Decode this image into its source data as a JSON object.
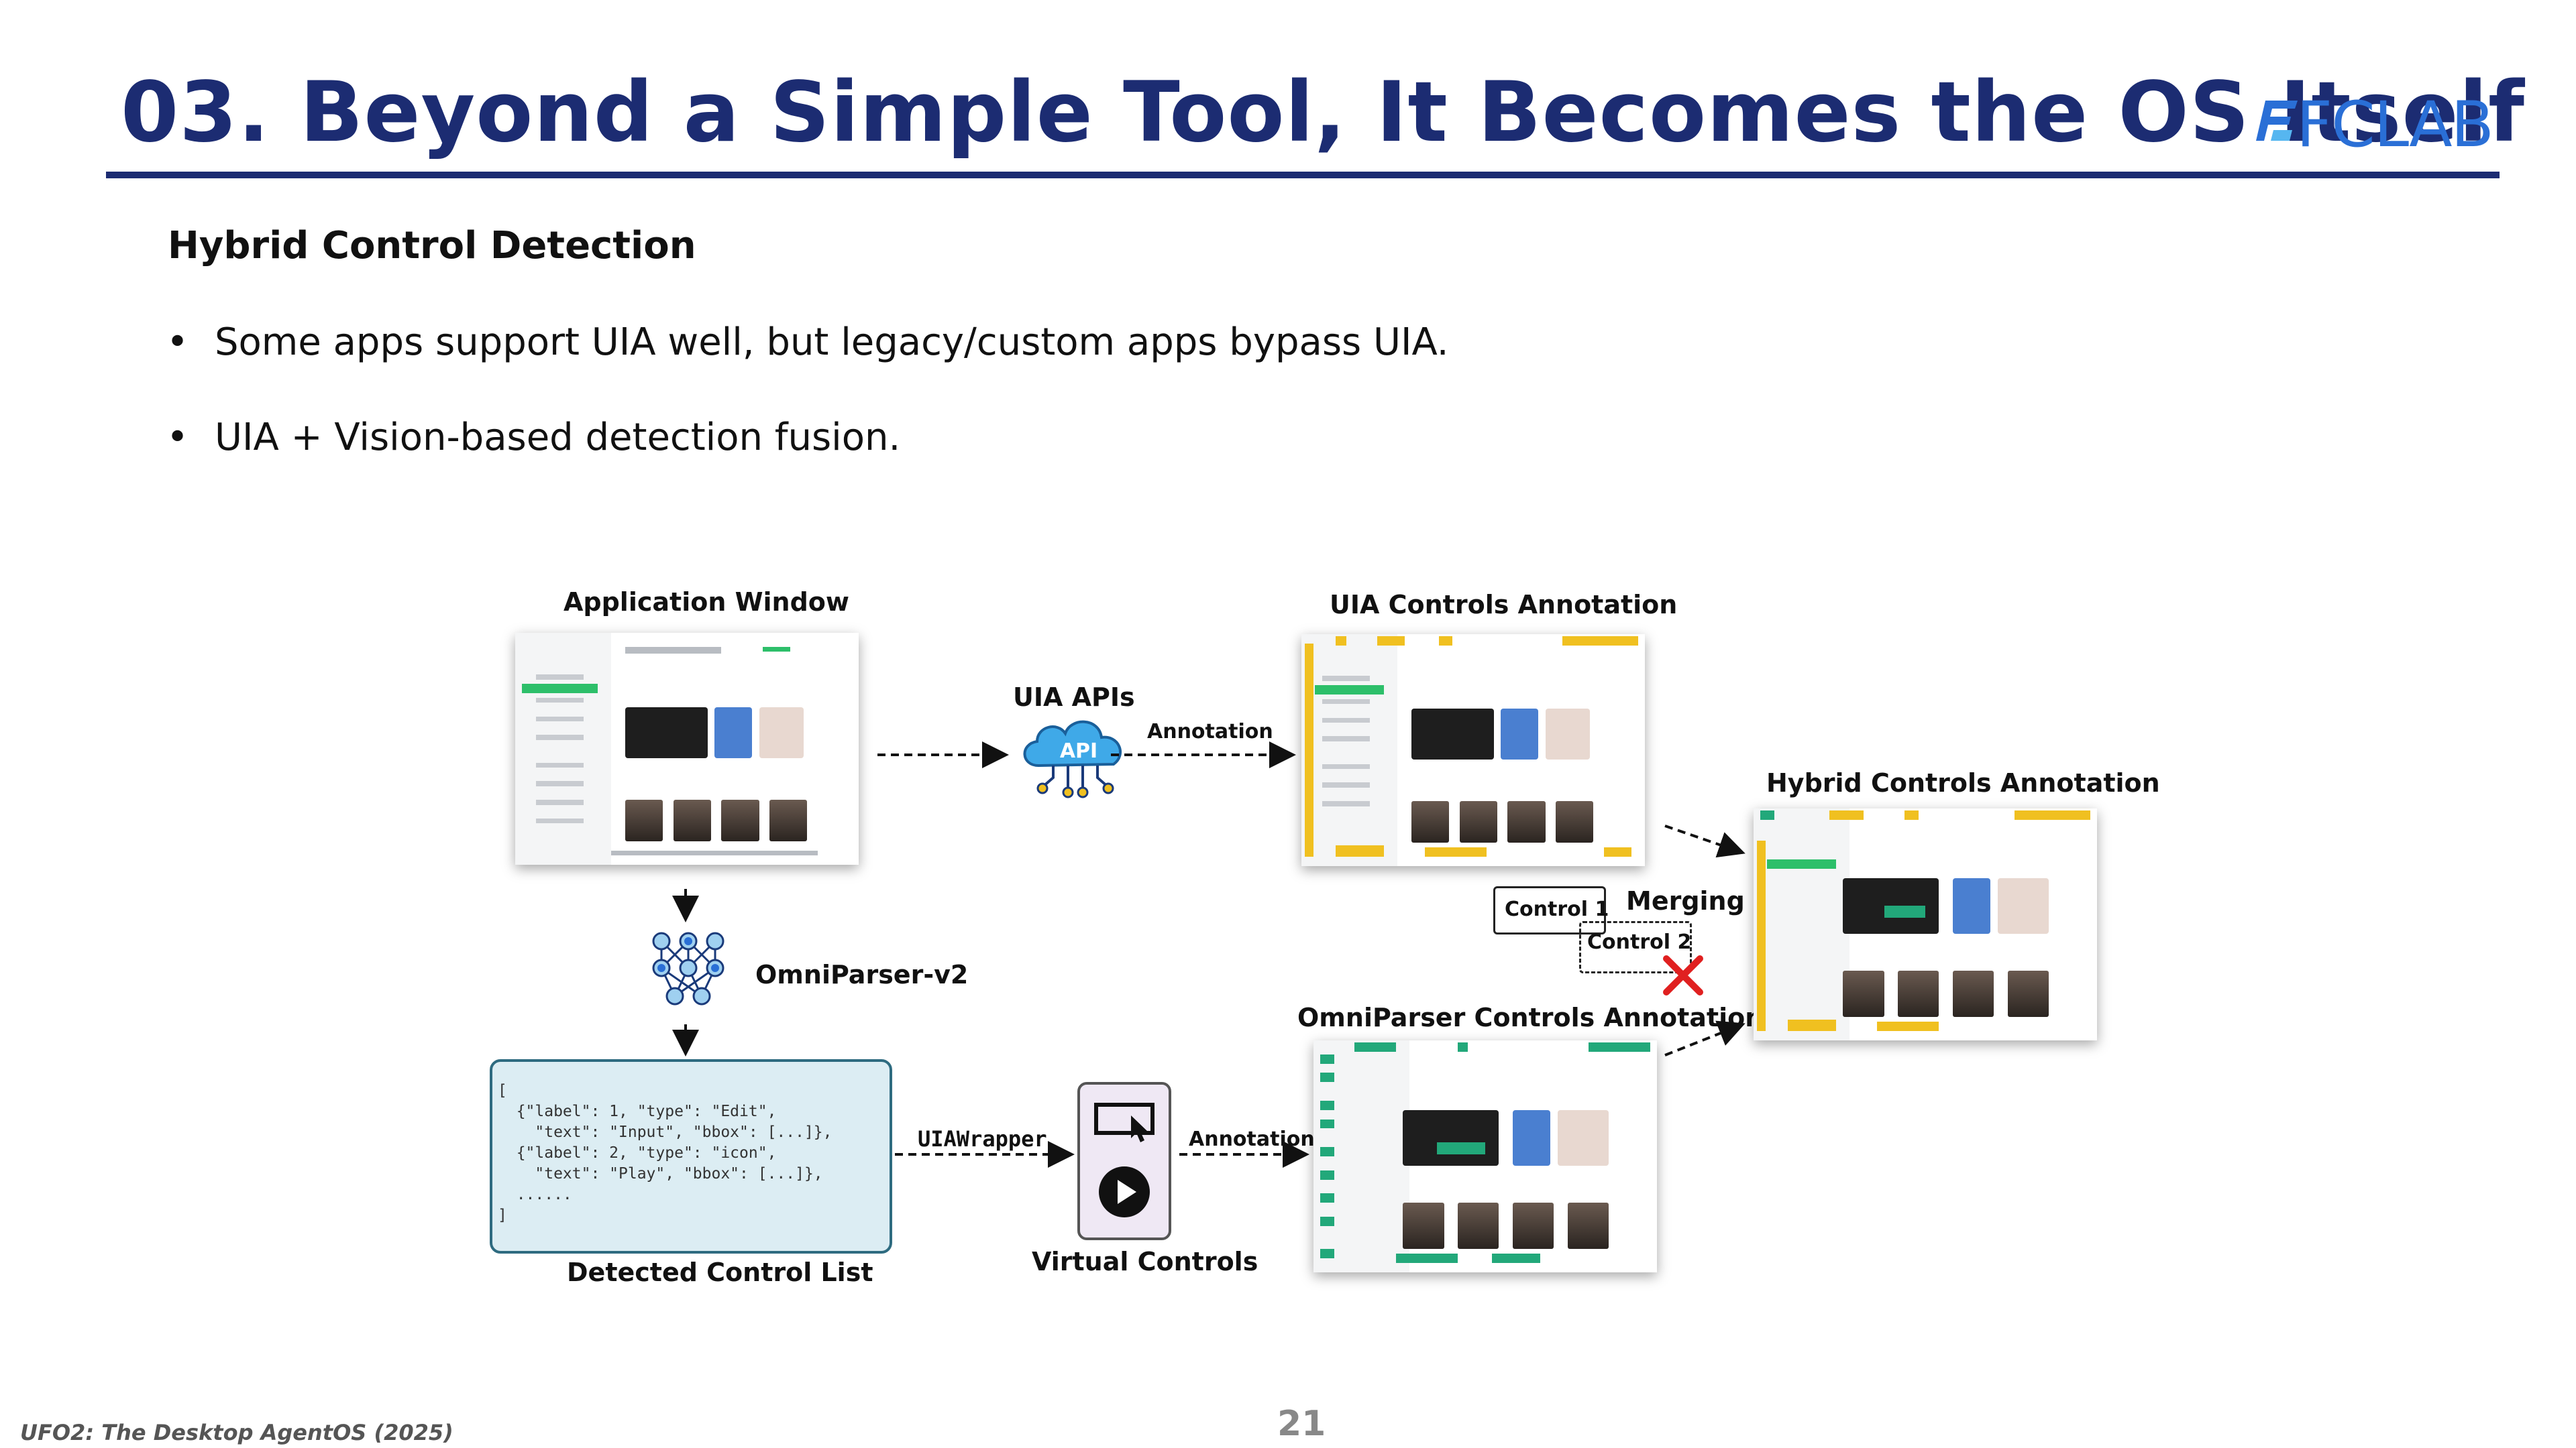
{
  "slide": {
    "title": "03. Beyond a Simple Tool, It Becomes the OS Itself",
    "logo_text": "FCLAB",
    "subheading": "Hybrid Control Detection",
    "bullets": [
      "Some apps support UIA well, but legacy/custom apps bypass UIA.",
      "UIA + Vision-based detection fusion."
    ],
    "footer_citation": "UFO2: The Desktop AgentOS (2025)",
    "page_number": "21"
  },
  "diagram": {
    "app_window_label": "Application Window",
    "uia_apis_label": "UIA APIs",
    "api_badge": "API",
    "annotation_label_1": "Annotation",
    "uia_controls_label": "UIA Controls Annotation",
    "hybrid_controls_label": "Hybrid Controls Annotation",
    "omniparser_label": "OmniParser-v2",
    "merging_label": "Merging",
    "control1_label": "Control 1",
    "control2_label": "Control 2",
    "omniparser_controls_label": "OmniParser Controls Annotation",
    "uiawrapper_label": "UIAWrapper",
    "annotation_label_2": "Annotation",
    "virtual_controls_label": "Virtual Controls",
    "detected_list_label": "Detected Control List",
    "code_lines": [
      "[",
      "  {\"label\": 1, \"type\": \"Edit\",",
      "    \"text\": \"Input\", \"bbox\": [...]},",
      "  {\"label\": 2, \"type\": \"icon\",",
      "    \"text\": \"Play\", \"bbox\": [...]},",
      "  ......",
      "]"
    ],
    "colors": {
      "accent_navy": "#1c2c72",
      "code_bg": "#dcedf3",
      "reject_red": "#e02020",
      "virtual_bg": "#efe8f4",
      "uia_tag": "#f0c020",
      "omni_tag": "#22a87a"
    }
  }
}
